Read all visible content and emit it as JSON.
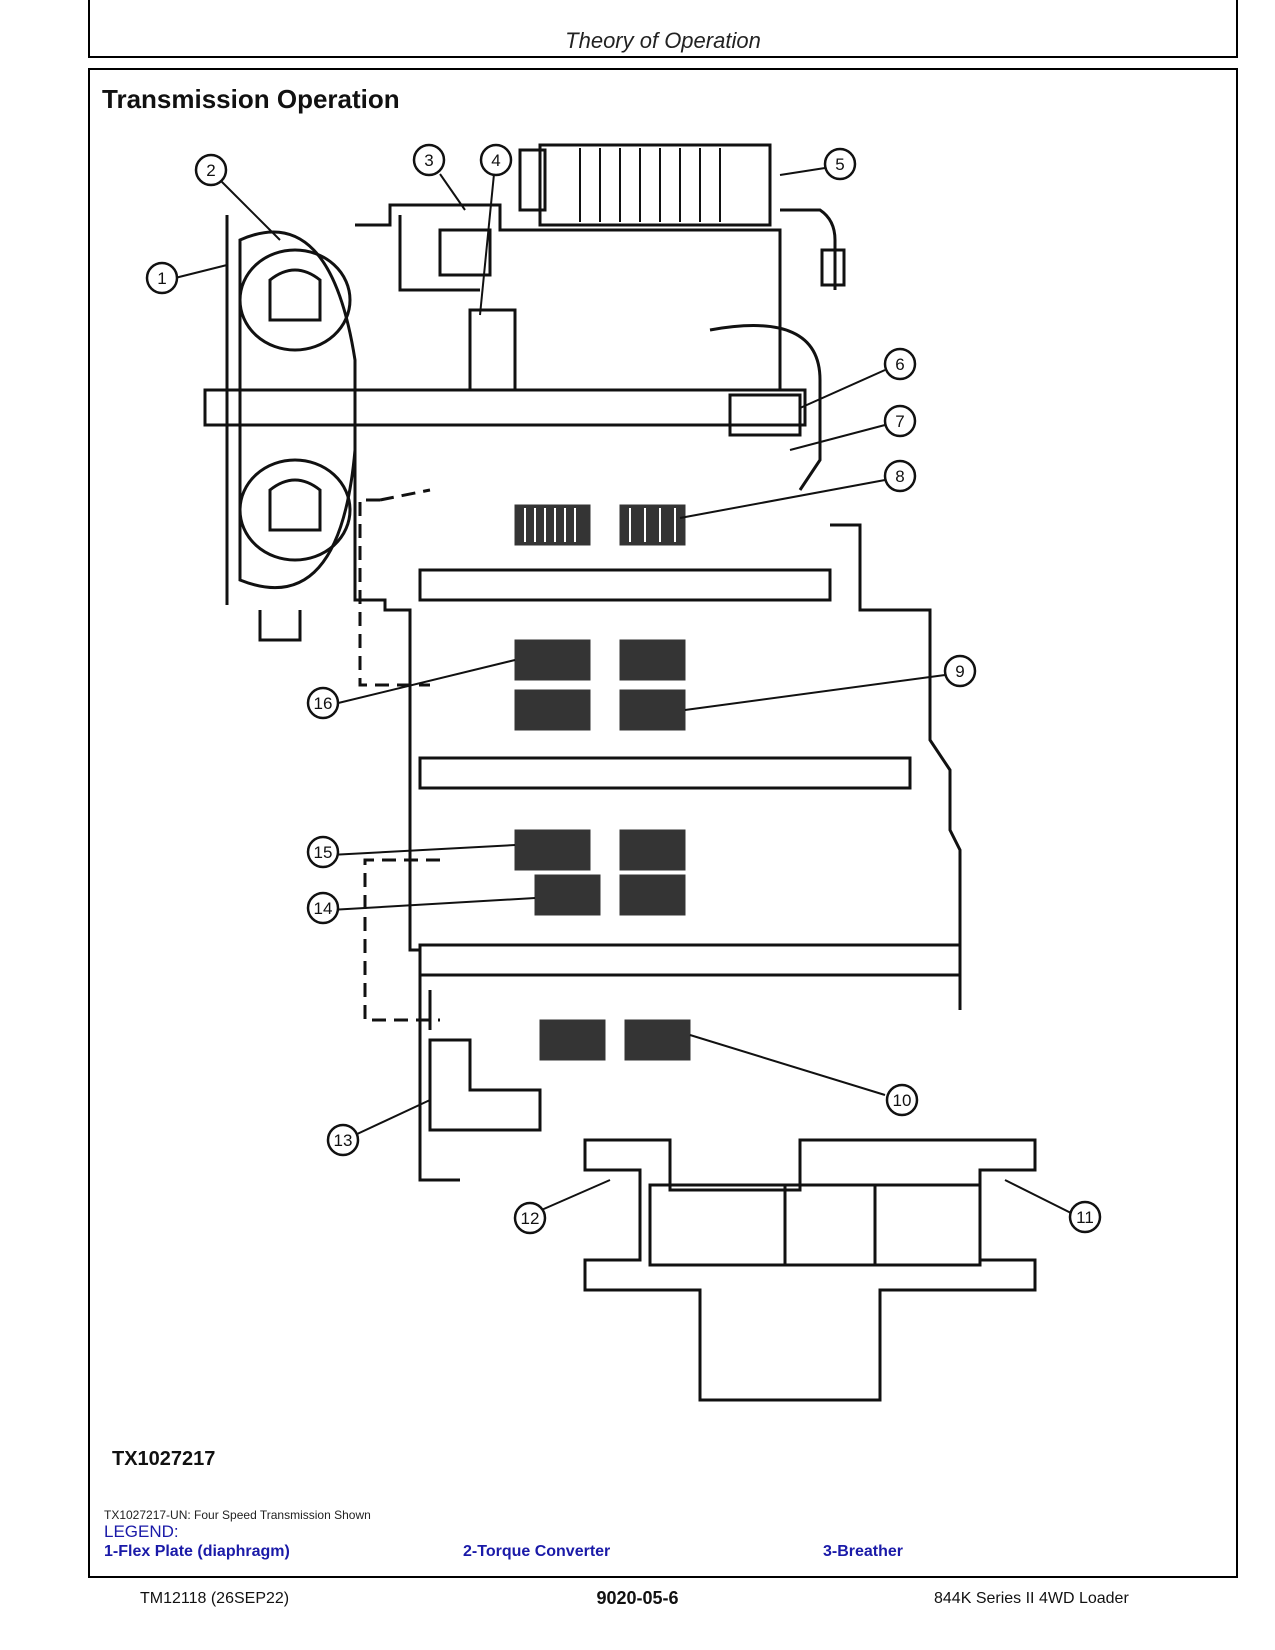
{
  "header": {
    "title": "Theory of Operation"
  },
  "section": {
    "title": "Transmission Operation"
  },
  "figure": {
    "id": "TX1027217",
    "caption": "TX1027217-UN: Four Speed Transmission Shown",
    "callouts": [
      "1",
      "2",
      "3",
      "4",
      "5",
      "6",
      "7",
      "8",
      "9",
      "10",
      "11",
      "12",
      "13",
      "14",
      "15",
      "16"
    ]
  },
  "legend": {
    "heading": "LEGEND:",
    "items": [
      "1-Flex Plate (diaphragm)",
      "2-Torque Converter",
      "3-Breather"
    ]
  },
  "footer": {
    "left": "TM12118 (26SEP22)",
    "center": "9020-05-6",
    "right": "844K Series II 4WD Loader"
  }
}
